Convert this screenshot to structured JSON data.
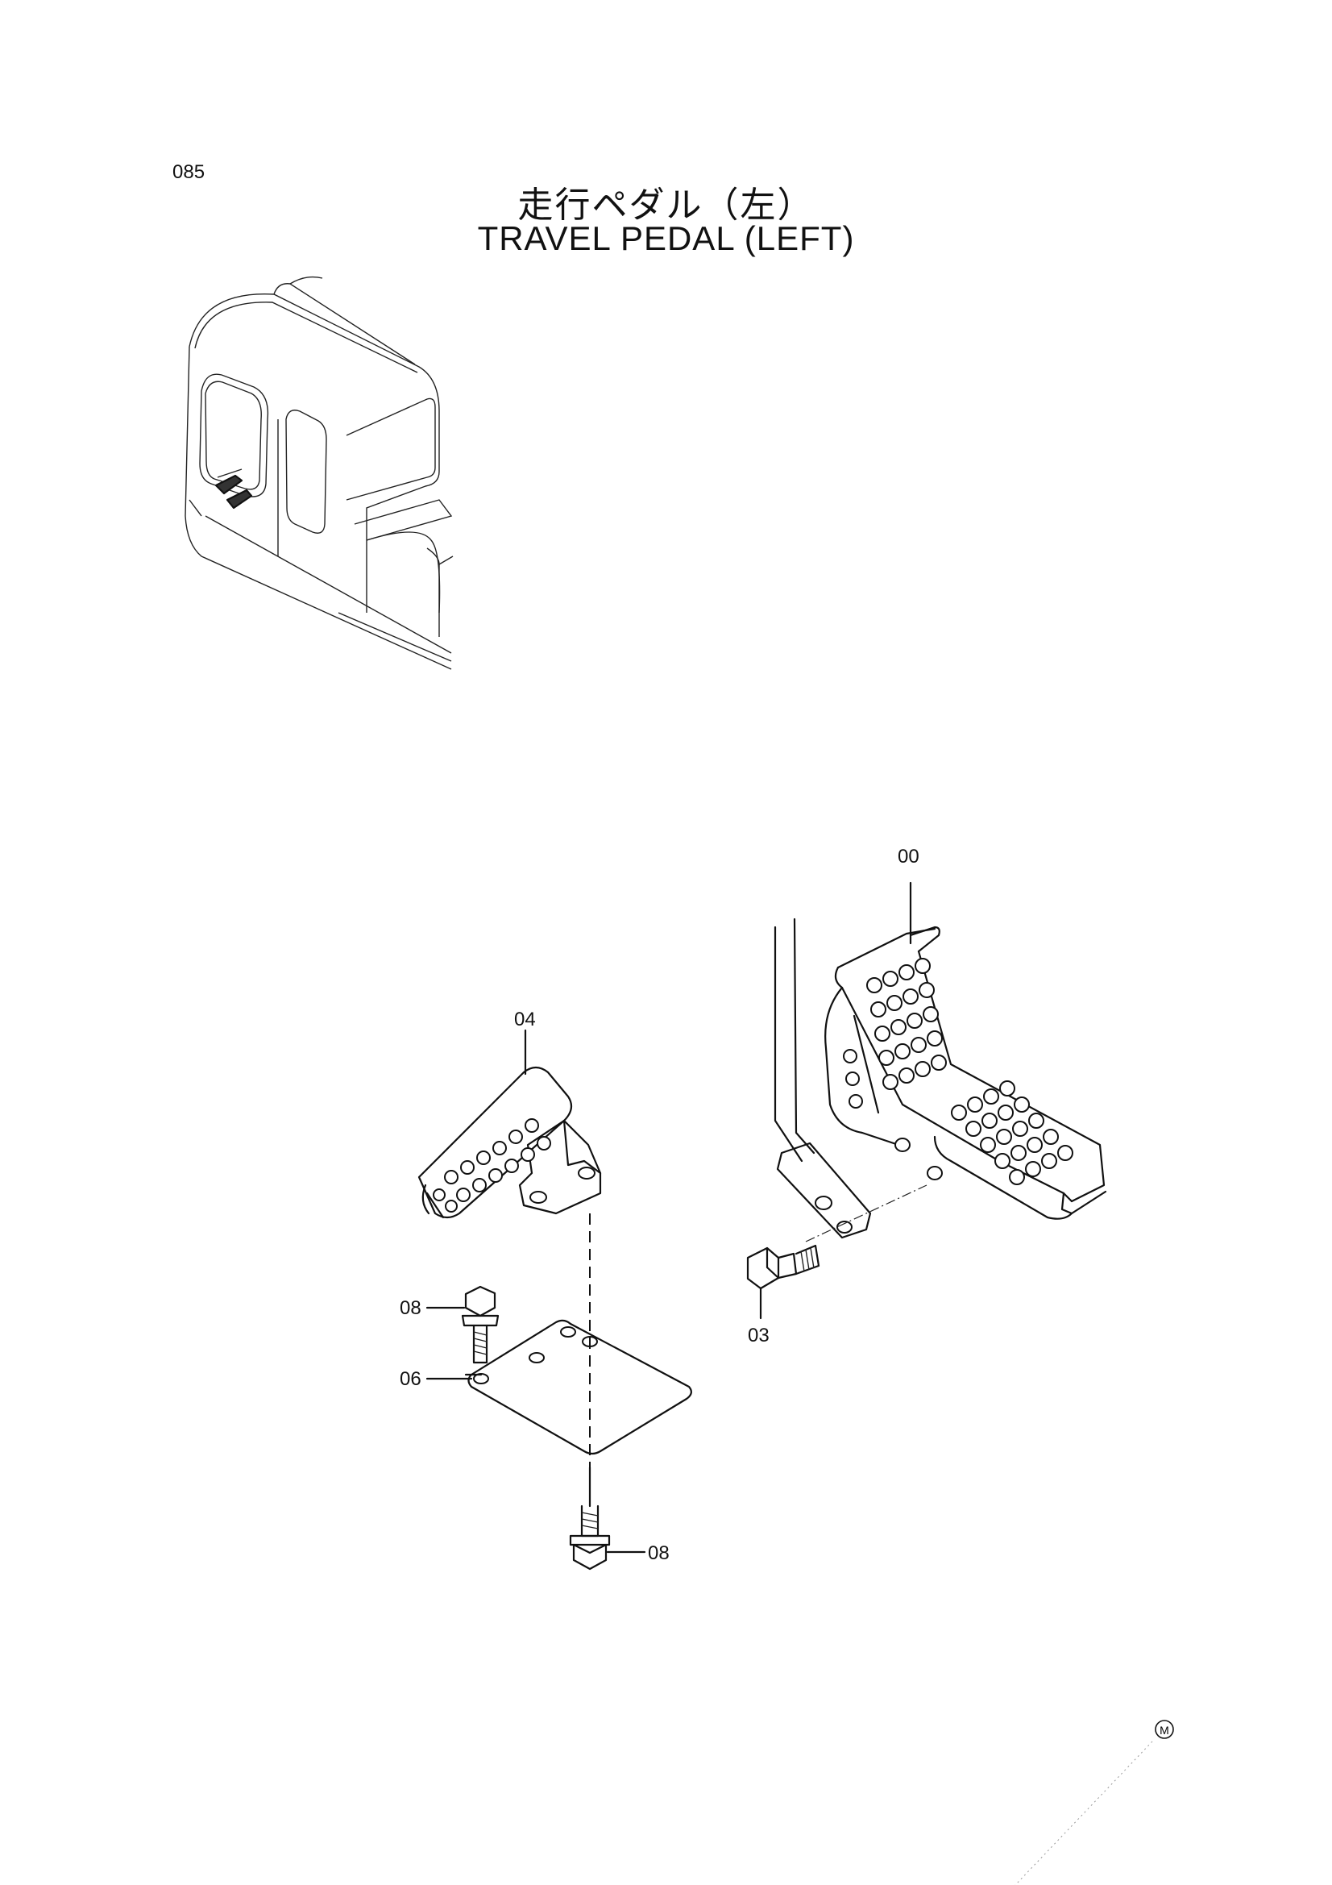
{
  "page_number": "085",
  "title_jp": "走行ペダル（左）",
  "title_en": "TRAVEL PEDAL (LEFT)",
  "callouts": {
    "c00": "00",
    "c04": "04",
    "c08_top": "08",
    "c06": "06",
    "c08_bottom": "08",
    "c03": "03"
  },
  "marker": "M"
}
